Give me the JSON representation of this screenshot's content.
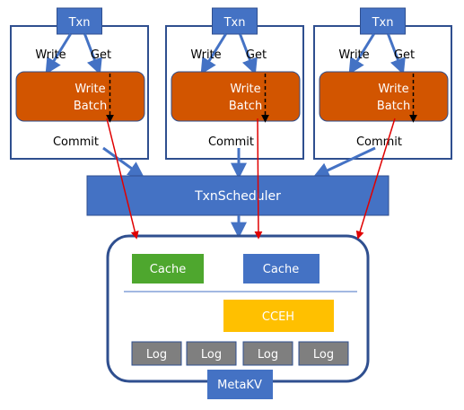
{
  "colors": {
    "blue": "#4472C4",
    "navy": "#2F4F8F",
    "orange": "#D25500",
    "green": "#4EA72E",
    "yellow": "#FFC000",
    "gray": "#7F7F7F",
    "red": "#E00000",
    "white": "#FFFFFF",
    "black": "#000000"
  },
  "txn_groups": [
    {
      "txn_label": "Txn",
      "write_label": "Write",
      "get_label": "Get",
      "batch_line1": "Write",
      "batch_line2": "Batch",
      "commit_label": "Commit"
    },
    {
      "txn_label": "Txn",
      "write_label": "Write",
      "get_label": "Get",
      "batch_line1": "Write",
      "batch_line2": "Batch",
      "commit_label": "Commit"
    },
    {
      "txn_label": "Txn",
      "write_label": "Write",
      "get_label": "Get",
      "batch_line1": "Write",
      "batch_line2": "Batch",
      "commit_label": "Commit"
    }
  ],
  "scheduler": {
    "label": "TxnScheduler"
  },
  "metakv": {
    "label": "MetaKV",
    "cache_left": "Cache",
    "cache_right": "Cache",
    "cceh": "CCEH",
    "logs": [
      "Log",
      "Log",
      "Log",
      "Log"
    ]
  }
}
